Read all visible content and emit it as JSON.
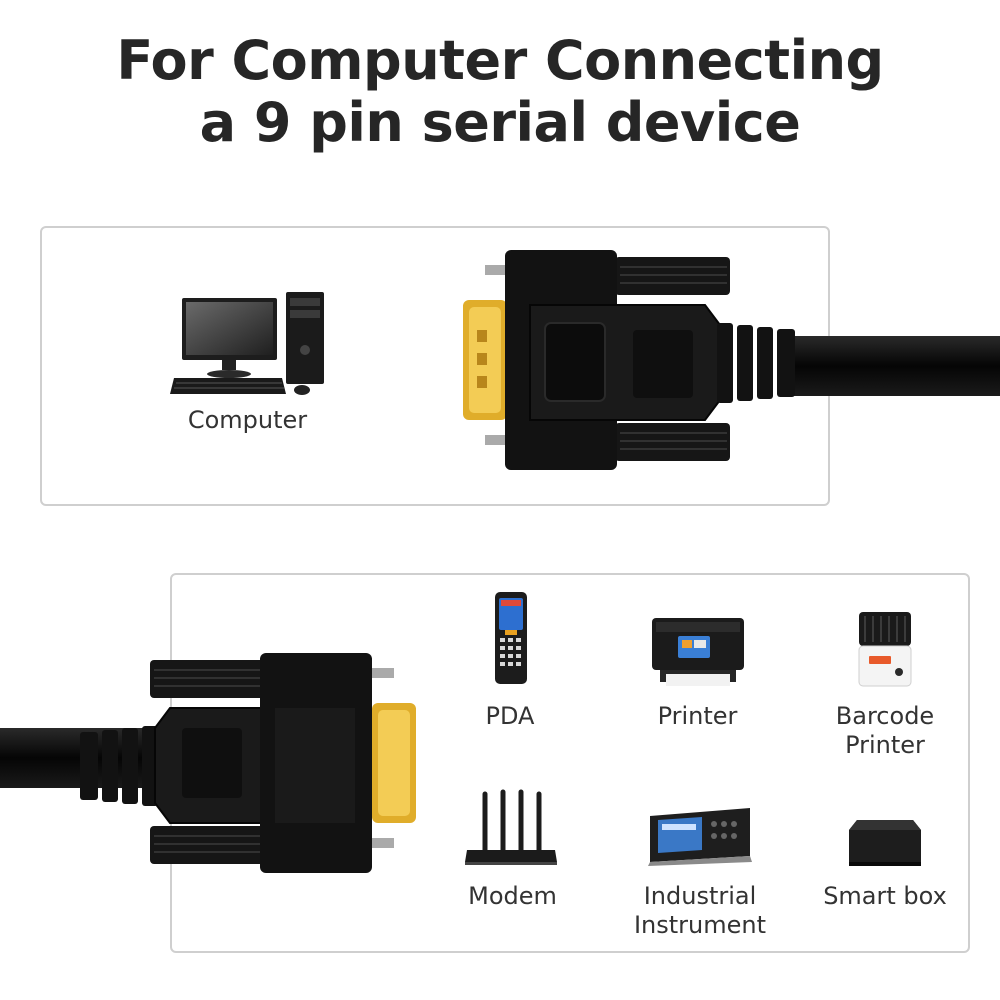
{
  "title": {
    "line1": "For Computer Connecting",
    "line2": "a 9 pin serial device"
  },
  "top_panel": {
    "computer_label": "Computer"
  },
  "bottom_panel": {
    "devices": [
      {
        "label": "PDA",
        "icon": "pda-icon"
      },
      {
        "label": "Printer",
        "icon": "printer-icon"
      },
      {
        "label": "Barcode\nPrinter",
        "icon": "barcode-printer-icon"
      },
      {
        "label": "Modem",
        "icon": "modem-icon"
      },
      {
        "label": "Industrial\nInstrument",
        "icon": "industrial-instrument-icon"
      },
      {
        "label": "Smart box",
        "icon": "smart-box-icon"
      }
    ]
  },
  "colors": {
    "connector_body": "#111111",
    "gold_pins": "#e8b830",
    "panel_border": "#cfcfcf",
    "title_text": "#262626"
  }
}
